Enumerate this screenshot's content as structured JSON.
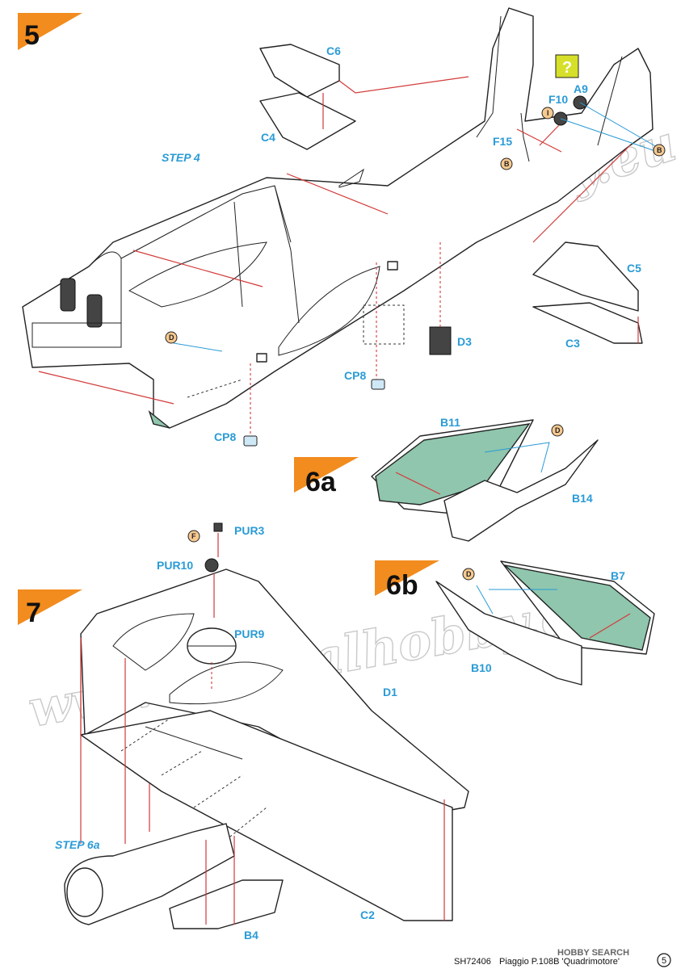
{
  "steps": {
    "s5": "5",
    "s6a": "6a",
    "s6b": "6b",
    "s7": "7"
  },
  "step_refs": {
    "step4": "STEP 4",
    "step6a": "STEP 6a"
  },
  "parts": {
    "c6": "C6",
    "c4": "C4",
    "a9": "A9",
    "f10": "F10",
    "f15": "F15",
    "c5": "C5",
    "c3": "C3",
    "d3": "D3",
    "cp8_a": "CP8",
    "cp8_b": "CP8",
    "b11": "B11",
    "b14": "B14",
    "b7": "B7",
    "b10": "B10",
    "pur3": "PUR3",
    "pur10": "PUR10",
    "pur9": "PUR9",
    "d1": "D1",
    "c2": "C2",
    "b4": "B4"
  },
  "badges": {
    "d_1": "D",
    "d_2": "D",
    "d_3": "D",
    "b_1": "B",
    "b_2": "B",
    "i_1": "I",
    "f_1": "F",
    "question": "?"
  },
  "watermark": {
    "text1": "www.specialhobby.eu",
    "text2": "www.specialhobby.eu"
  },
  "footer": {
    "code": "SH72406",
    "title": "Piaggio P.108B 'Quadrimotore'",
    "page": "5",
    "brand": "HOBBY SEARCH"
  },
  "colors": {
    "accent_orange": "#f28c1e",
    "label_blue": "#2a9bd6",
    "arrow_red": "#d33a3a",
    "interior_green": "#8fc6ad",
    "badge_tan": "#f7c98f",
    "question_yellow": "#d6df2a"
  }
}
